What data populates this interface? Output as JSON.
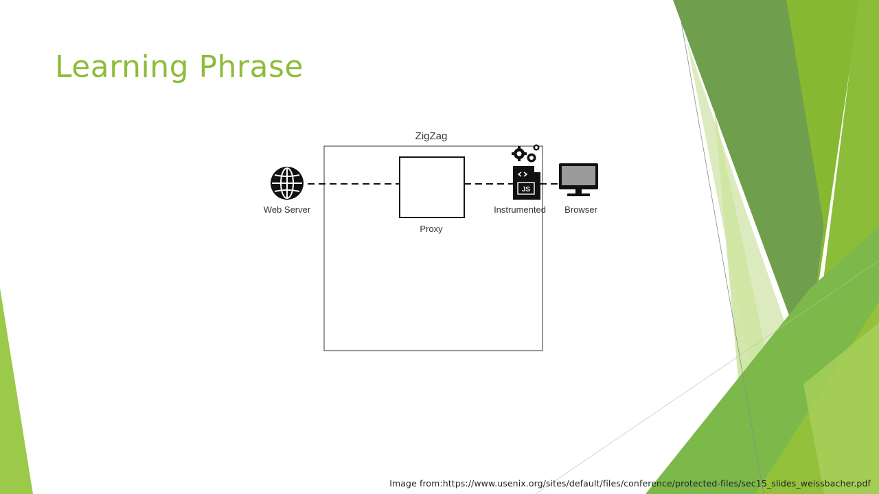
{
  "slide": {
    "title": "Learning Phrase",
    "source_note": "Image from:https://www.usenix.org/sites/default/files/conference/protected-files/sec15_slides_weissbacher.pdf"
  },
  "diagram": {
    "group_label": "ZigZag",
    "nodes": {
      "web_server": "Web Server",
      "proxy": "Proxy",
      "instrumented": "Instrumented",
      "instrumented_badge": "JS",
      "browser": "Browser"
    }
  },
  "colors": {
    "accent_green": "#8cbd3a",
    "dark_green": "#5e9a3a",
    "light_green": "#cfe4a6"
  }
}
